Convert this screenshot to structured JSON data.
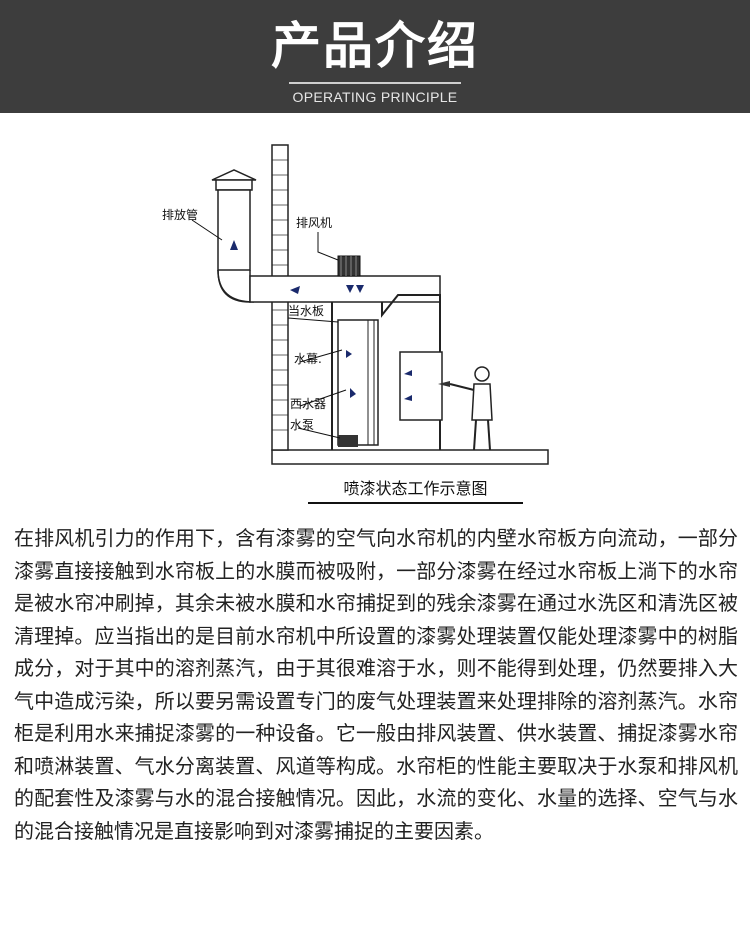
{
  "header": {
    "title": "产品介绍",
    "subtitle": "OPERATING PRINCIPLE"
  },
  "diagram": {
    "labels": {
      "exhaust_pipe": "排放管",
      "exhaust_fan": "排风机",
      "water_baffle": "当水板",
      "water_curtain": "水幕.",
      "water_sprayer": "西水器",
      "water_pump": "水泵"
    },
    "caption": "喷漆状态工作示意图"
  },
  "body": {
    "paragraph": "在排风机引力的作用下，含有漆雾的空气向水帘机的内壁水帘板方向流动，一部分漆雾直接接触到水帘板上的水膜而被吸附，一部分漆雾在经过水帘板上淌下的水帘是被水帘冲刷掉，其余未被水膜和水帘捕捉到的残余漆雾在通过水洗区和清洗区被清理掉。应当指出的是目前水帘机中所设置的漆雾处理装置仅能处理漆雾中的树脂成分，对于其中的溶剂蒸汽，由于其很难溶于水，则不能得到处理，仍然要排入大气中造成污染，所以要另需设置专门的废气处理装置来处理排除的溶剂蒸汽。水帘柜是利用水来捕捉漆雾的一种设备。它一般由排风装置、供水装置、捕捉漆雾水帘和喷淋装置、气水分离装置、风道等构成。水帘柜的性能主要取决于水泵和排风机的配套性及漆雾与水的混合接触情况。因此，水流的变化、水量的选择、空气与水的混合接触情况是直接影响到对漆雾捕捉的主要因素。"
  }
}
